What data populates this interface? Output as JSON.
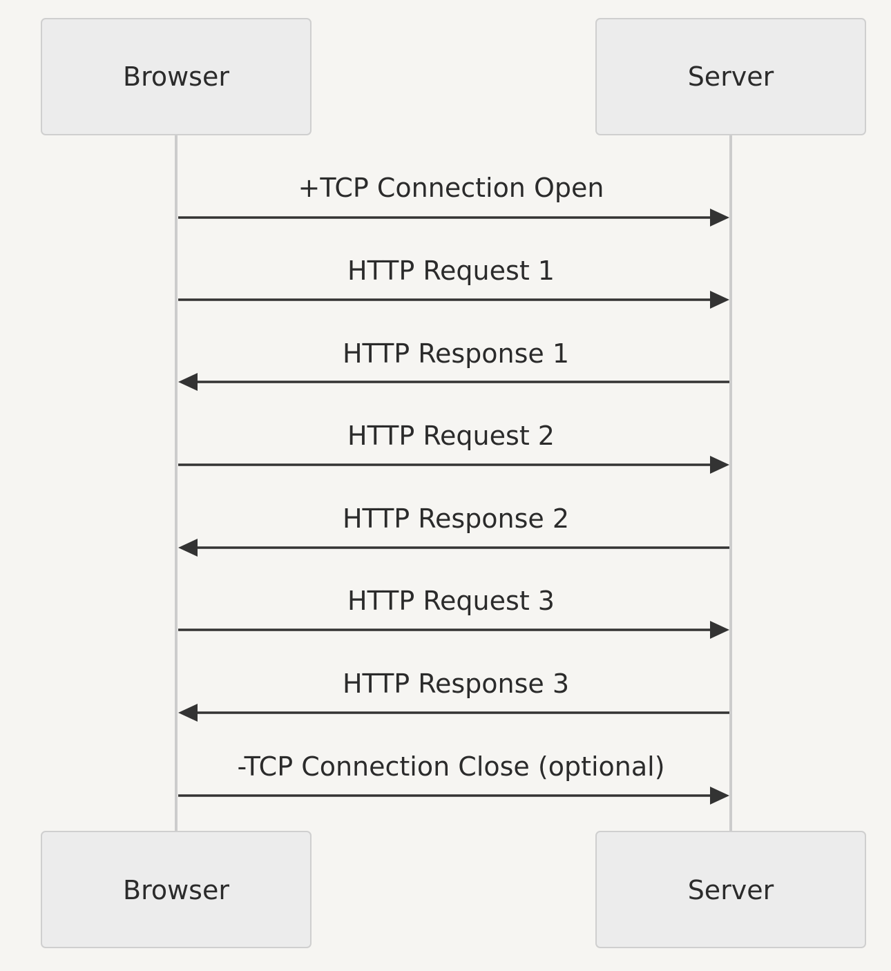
{
  "participants": [
    {
      "id": "browser",
      "label": "Browser"
    },
    {
      "id": "server",
      "label": "Server"
    }
  ],
  "messages": [
    {
      "from": "browser",
      "to": "server",
      "label": "+TCP Connection Open"
    },
    {
      "from": "browser",
      "to": "server",
      "label": "HTTP Request 1"
    },
    {
      "from": "server",
      "to": "browser",
      "label": "HTTP Response 1"
    },
    {
      "from": "browser",
      "to": "server",
      "label": "HTTP Request 2"
    },
    {
      "from": "server",
      "to": "browser",
      "label": "HTTP Response 2"
    },
    {
      "from": "browser",
      "to": "server",
      "label": "HTTP Request 3"
    },
    {
      "from": "server",
      "to": "browser",
      "label": "HTTP Response 3"
    },
    {
      "from": "browser",
      "to": "server",
      "label": "-TCP Connection Close (optional)"
    }
  ],
  "colors": {
    "background": "#f6f5f2",
    "actor_fill": "#ececec",
    "actor_border": "#cfcfcf",
    "lifeline": "#cccccc",
    "arrow": "#333333",
    "text": "#2b2b2b"
  }
}
